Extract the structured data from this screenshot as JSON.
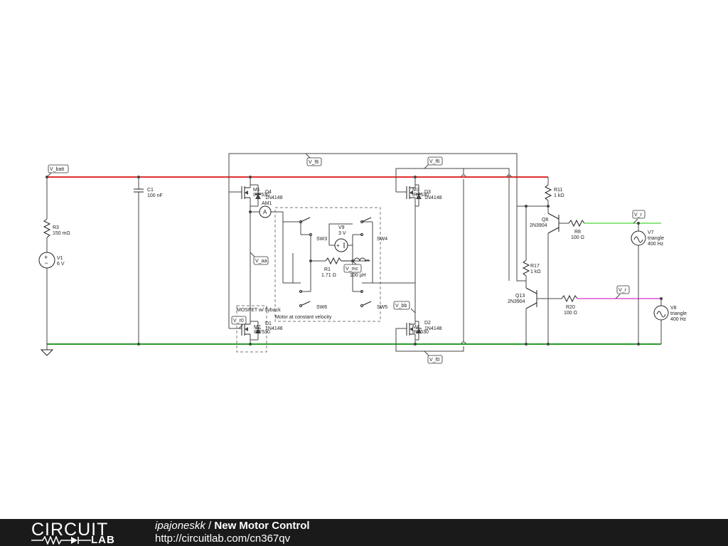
{
  "schematic": {
    "net_labels": {
      "v_batt": "V_batt",
      "v_f6a": "V_f6",
      "v_f6b": "V_f6",
      "v_r": "V_r",
      "v_aa": "V_aa",
      "v_mc": "V_mc",
      "v_bb": "V_bb",
      "v_r0": "V_r0",
      "v_f0": "V_f0"
    },
    "components": {
      "c1": {
        "name": "C1",
        "value": "100 nF"
      },
      "r3": {
        "name": "R3",
        "value": "150 mΩ"
      },
      "v1": {
        "name": "V1",
        "value": "6 V"
      },
      "m1": {
        "name": "M1",
        "value": "IRF530"
      },
      "d4": {
        "name": "D4",
        "value": "1N4148"
      },
      "am1": {
        "name": "AM1"
      },
      "m3": {
        "name": "M3",
        "value": "IRF530"
      },
      "d3": {
        "name": "D3",
        "value": "1N4148"
      },
      "sw3": {
        "name": "SW3"
      },
      "sw4": {
        "name": "SW4"
      },
      "sw5": {
        "name": "SW5"
      },
      "sw6": {
        "name": "SW6"
      },
      "v9": {
        "name": "V9",
        "value": "3 V"
      },
      "r1": {
        "name": "R1",
        "value": "1.71 Ω"
      },
      "l1": {
        "value": "100 µH"
      },
      "d1": {
        "name": "D1",
        "value": "1N4148"
      },
      "m2": {
        "name": "M2",
        "value": "IRF530"
      },
      "d2": {
        "name": "D2",
        "value": "1N4148"
      },
      "m4": {
        "name": "M4",
        "value": "IRF530"
      },
      "r11": {
        "name": "R11",
        "value": "1 kΩ"
      },
      "q6": {
        "name": "Q6",
        "value": "2N3904"
      },
      "r8": {
        "name": "R8",
        "value": "100 Ω"
      },
      "v7": {
        "name": "V7",
        "value1": "triangle",
        "value2": "400 Hz"
      },
      "r17": {
        "name": "R17",
        "value": "1 kΩ"
      },
      "q13": {
        "name": "Q13",
        "value": "2N3904"
      },
      "r20": {
        "name": "R20",
        "value": "100 Ω"
      },
      "v8": {
        "name": "V8",
        "value1": "triangle",
        "value2": "400 Hz"
      }
    },
    "box_labels": {
      "motor_box": "Motor at constant velocity",
      "mosfet_box": "MOSFET w/ flyback"
    },
    "colors": {
      "rail_top": "#e03030",
      "rail_bottom": "#2a9a2a",
      "signal_green": "#66dd55",
      "signal_magenta": "#dd55dd"
    }
  },
  "footer": {
    "logo_top": "CIRCUIT",
    "logo_bottom": "LAB",
    "user": "ipajoneskk",
    "separator": " / ",
    "title": "New Motor Control",
    "url": "http://circuitlab.com/cn367qv"
  }
}
